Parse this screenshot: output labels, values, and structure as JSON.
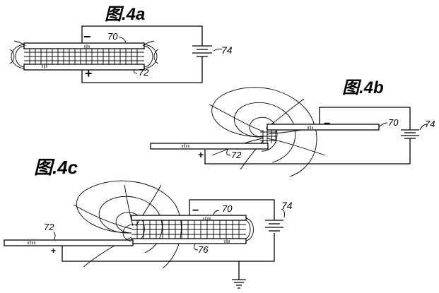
{
  "figures": {
    "a": {
      "title": "图.4a",
      "top_plate_ref": "70",
      "bottom_plate_ref": "72",
      "battery_ref": "74",
      "minus_sign": "−",
      "plus_sign": "+"
    },
    "b": {
      "title": "图.4b",
      "top_plate_ref": "70",
      "bottom_plate_ref": "72",
      "battery_ref": "74",
      "minus_sign": "−",
      "plus_sign": "+"
    },
    "c": {
      "title": "图.4c",
      "top_plate_ref": "70",
      "bottom_plate_ref": "72",
      "dielectric_ref": "76",
      "battery_ref": "74",
      "minus_sign": "−",
      "plus_sign": "+"
    }
  }
}
